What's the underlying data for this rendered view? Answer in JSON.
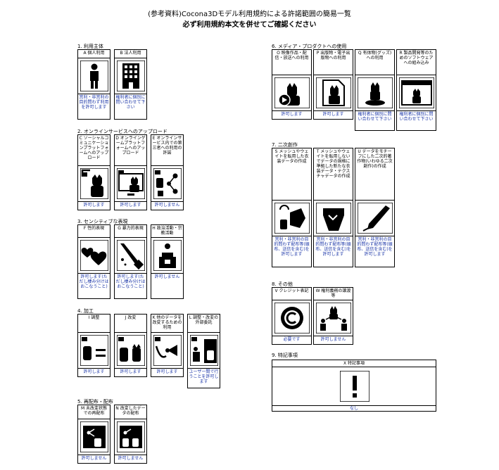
{
  "header": {
    "title": "(参考資料)Cocona3Dモデル利用規約による許諾範囲の簡易一覧",
    "subtitle": "必ず利用規約本文を併せてご確認ください"
  },
  "sections": {
    "s1": "1. 利用主体",
    "s2": "2. オンラインサービスへのアップロード",
    "s3": "3. センシティブな表現",
    "s4": "4. 加工",
    "s5": "5. 再配布・配布",
    "s6": "6. メディア・プロダクトへの使用",
    "s7": "7. 二次創作",
    "s8": "8. その他",
    "s9": "9. 特記事項"
  },
  "items": {
    "A": {
      "label": "A 個人利用",
      "perm": "営利・非営利の目的問わず利用を許可します"
    },
    "B": {
      "label": "B 法人利用",
      "perm": "権利者に個別に問い合わせて下さい"
    },
    "C": {
      "label": "C ソーシャルコミュニケーションプラットフォームへのアップロード",
      "perm": "許可します"
    },
    "D": {
      "label": "D オンラインゲームプラットフォームへのアップロード",
      "perm": "許可します"
    },
    "E": {
      "label": "E オンラインサービス内での第三者への利用の許諾",
      "perm": "許可しません"
    },
    "F": {
      "label": "F 性的表現",
      "perm": "許可します(ただし棲み分けはおこなうこと)"
    },
    "G": {
      "label": "G 暴力的表現",
      "perm": "許可します(ただし棲み分けはおこなうこと)"
    },
    "H": {
      "label": "H 政治活動・宗教活動",
      "perm": "許可しません"
    },
    "I": {
      "label": "I 調整",
      "perm": "許可します"
    },
    "J": {
      "label": "J 改変",
      "perm": "許可します"
    },
    "K": {
      "label": "K 他のデータを改変するための利用",
      "perm": "許可します"
    },
    "L": {
      "label": "L 調整・改変の外部委託",
      "perm": "ユーザー間で行うことを許可します"
    },
    "M": {
      "label": "M 未改変状態での再配布",
      "perm": "許可しません"
    },
    "N": {
      "label": "N 改変したデータの配布",
      "perm": "許可しません"
    },
    "O": {
      "label": "O 映像作品・配信・放送への利用",
      "perm": "許可します"
    },
    "P": {
      "label": "P 出版物・電子出版物への利用",
      "perm": "許可します"
    },
    "Q": {
      "label": "Q 有体物(グッズ)への利用",
      "perm": "権利者に個別に問い合わせて下さい"
    },
    "R": {
      "label": "R 製品開発等のためのソフトウェアへの組み込み",
      "perm": "権利者に個別に問い合わせて下さい"
    },
    "S": {
      "label": "S メッシュやウェイトを転用した衣装データの作成",
      "perm": "営利・非営利の目的問わず配布等(頒布、送信を含む)を許可します"
    },
    "T": {
      "label": "T メッシュやウェイトを転用しないでデータの規格に準拠した新たな衣装データ・テクスチャデータの作成",
      "perm": "営利・非営利の目的問わず配布等(頒布、送信を含む)を許可します"
    },
    "U": {
      "label": "U データをモチーフにした二次的著作物(いわゆる二次創作)の作成",
      "perm": "営利・非営利の目的問わず配布等(頒布、送信を含む)を許可します"
    },
    "V": {
      "label": "V クレジット表記",
      "perm": "必要です"
    },
    "W": {
      "label": "W 権利義務の譲渡等",
      "perm": "許可しません"
    },
    "X": {
      "label": "X 特記事項",
      "perm": "なし"
    }
  }
}
